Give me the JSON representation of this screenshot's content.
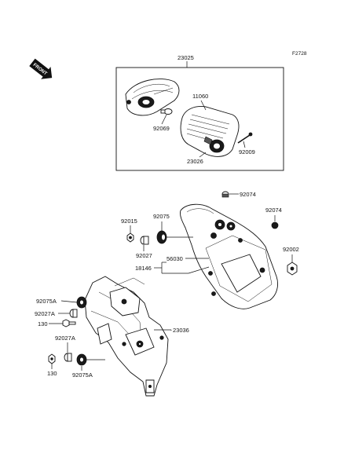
{
  "figure_code": "F2728",
  "front_label": "FRONT",
  "parts": {
    "p23025": "23025",
    "p11060": "11060",
    "p92069": "92069",
    "p23026": "23026",
    "p92009": "92009",
    "p92074a": "92074",
    "p92074b": "92074",
    "p92015": "92015",
    "p92075": "92075",
    "p92027": "92027",
    "p56030": "56030",
    "p18146": "18146",
    "p92002": "92002",
    "p92075A_top": "92075A",
    "p92027A_top": "92027A",
    "p130_top": "130",
    "p92027A_bot": "92027A",
    "p130_bot": "130",
    "p92075A_bot": "92075A",
    "p23036": "23036"
  }
}
